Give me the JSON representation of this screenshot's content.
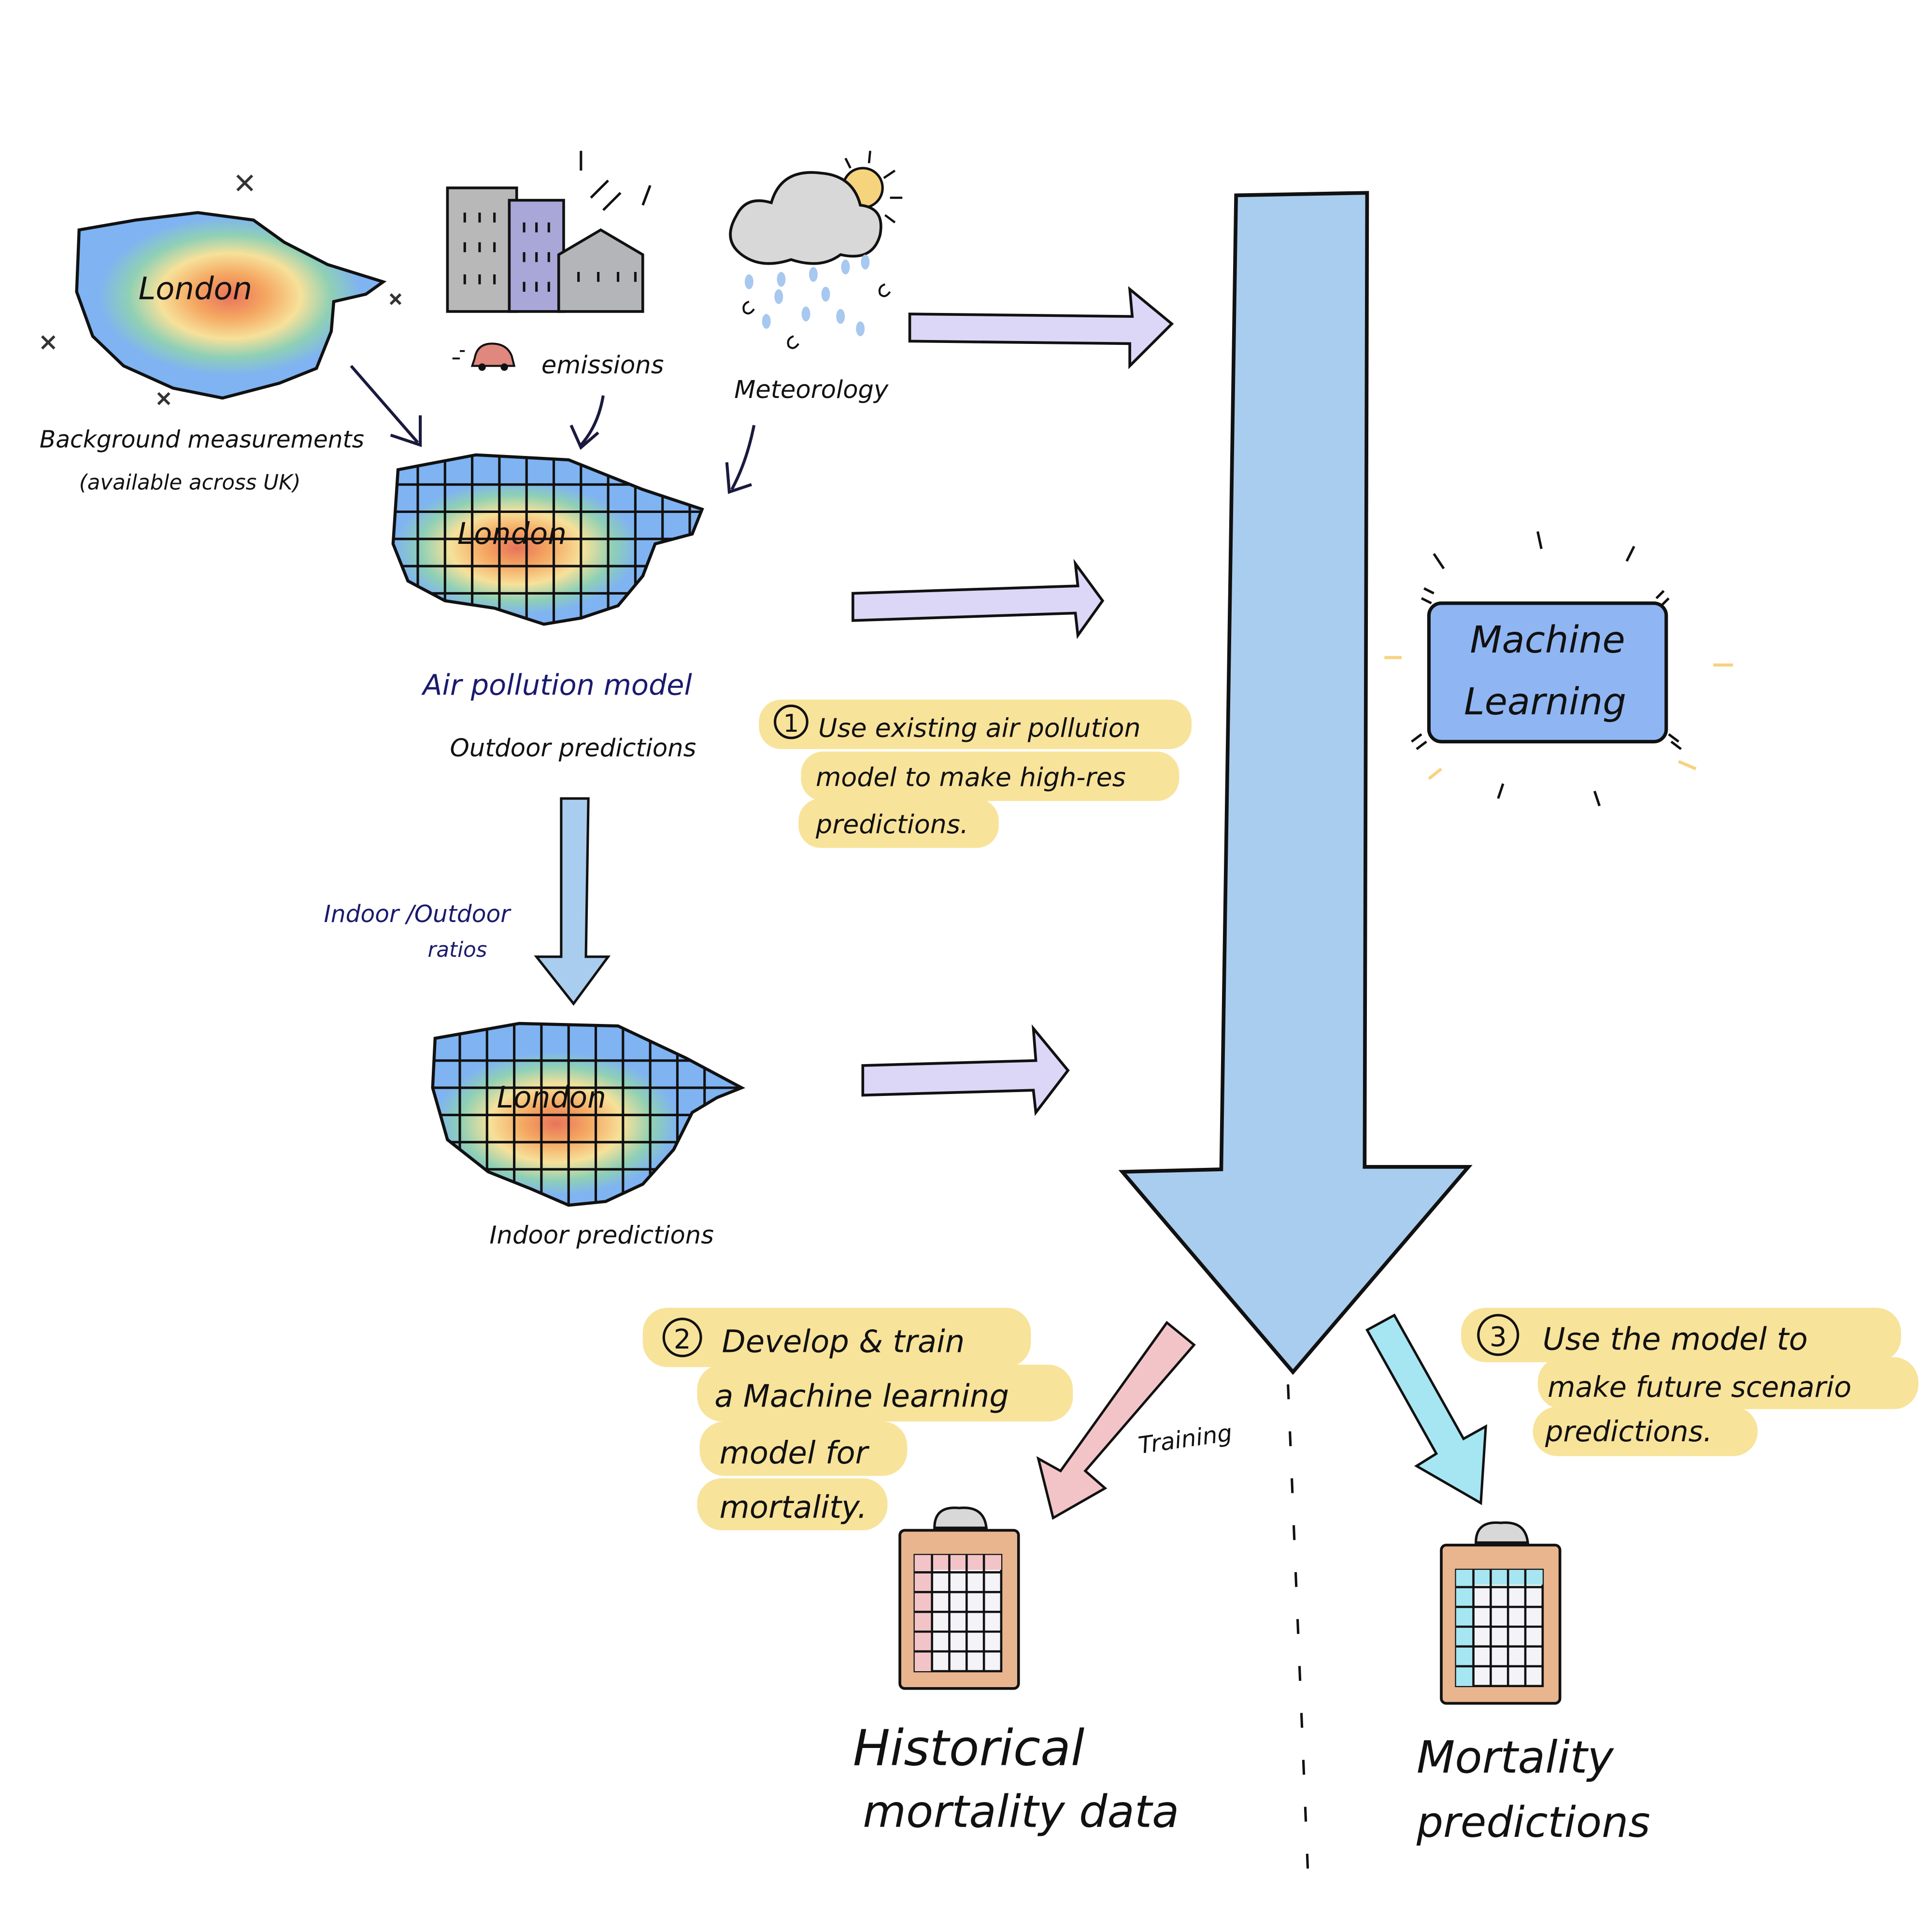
{
  "colors": {
    "ink": "#111111",
    "navy_text": "#1a1a6e",
    "big_arrow": "#a9cdee",
    "side_arrow": "#dcd6f7",
    "ml_box": "#8fb6f2",
    "highlight": "#f8e39a",
    "pink_arrow": "#f2c4c8",
    "cyan_arrow": "#a6e6f2",
    "clipboard": "#e8b58e",
    "heat_red": "#e8735a",
    "heat_orange": "#f5a862",
    "heat_yellow": "#f6e19a",
    "heat_green": "#8fd0b5",
    "heat_blue": "#7fb3f2"
  },
  "icons": [
    "x-marker-icon",
    "buildings-icon",
    "car-icon",
    "cloud-icon",
    "sun-icon",
    "rain-icon",
    "clipboard-icon",
    "sparkle-lines-icon"
  ],
  "inputs": {
    "background": {
      "map_label": "London",
      "caption_line1": "Background measurements",
      "caption_line2": "(available across UK)"
    },
    "emissions": {
      "caption": "emissions"
    },
    "meteorology": {
      "caption": "Meteorology"
    }
  },
  "outdoor": {
    "map_label": "London",
    "model_title": "Air pollution model",
    "caption": "Outdoor predictions"
  },
  "ratio": {
    "line1": "Indoor /Outdoor",
    "line2": "ratios"
  },
  "indoor": {
    "map_label": "London",
    "caption": "Indoor predictions"
  },
  "ml": {
    "line1": "Machine",
    "line2": "Learning"
  },
  "steps": [
    {
      "number": "1",
      "lines": [
        "Use  existing  air pollution",
        "model  to  make high-res",
        "predictions."
      ]
    },
    {
      "number": "2",
      "lines": [
        "Develop  &  train",
        "a  Machine  learning",
        "model  for",
        "mortality."
      ]
    },
    {
      "number": "3",
      "lines": [
        "Use  the  model  to",
        "make  future  scenario",
        "predictions."
      ]
    }
  ],
  "training_label": "Training",
  "outputs": {
    "historical_line1": "Historical",
    "historical_line2": "mortality data",
    "predictions_line1": "Mortality",
    "predictions_line2": "predictions"
  }
}
